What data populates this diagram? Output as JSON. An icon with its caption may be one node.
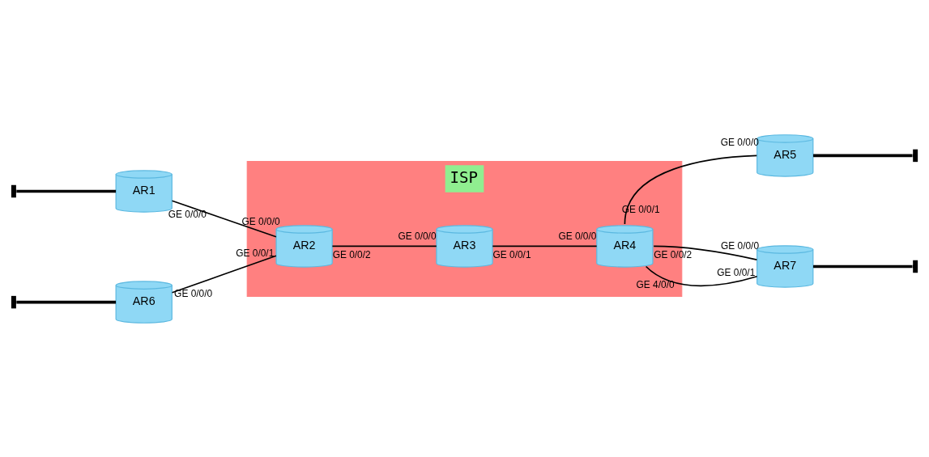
{
  "diagram": {
    "nodes": [
      {
        "text": [
          "ISP"
        ]
      },
      {
        "text": [
          "AR2"
        ],
        "in": 0
      },
      {
        "text": [
          "AR3"
        ],
        "in": 0
      },
      {
        "text": [
          "AR4"
        ],
        "in": 0
      },
      {
        "text": [
          "AR1"
        ]
      },
      {
        "text": [
          "AR5"
        ]
      },
      {
        "text": [
          "AR6"
        ]
      },
      {
        "text": [
          "AR7"
        ]
      }
    ],
    "edges": [
      {
        "from": 4,
        "to": 1,
        "arrow": "none"
      },
      {
        "from": 6,
        "to": 1,
        "arrow": "none"
      },
      {
        "from": 1,
        "to": 2,
        "arrow": "none"
      },
      {
        "from": 2,
        "to": 3,
        "arrow": "none"
      },
      {
        "from": 3,
        "to": 5,
        "arrow": "none"
      },
      {
        "from": 3,
        "to": 7,
        "arrow": "none"
      },
      {
        "from": 3,
        "to": 7,
        "arrow": "none"
      },
      {
        "from": null,
        "to": 4,
        "arrow": "other",
        "style": "thick"
      },
      {
        "from": null,
        "to": 5,
        "arrow": "other",
        "style": "thick"
      },
      {
        "from": null,
        "to": 6,
        "arrow": "other",
        "style": "thick"
      },
      {
        "from": null,
        "to": 7,
        "arrow": "other",
        "style": "thick"
      }
    ],
    "labels": [
      "GE 0/0/0",
      "GE 0/0/0",
      "GE 0/0/1",
      "GE 0/0/0",
      "GE 0/0/2",
      "GE 0/0/0",
      "GE 0/0/1",
      "GE 0/0/0",
      "GE 4/0/0",
      "GE 0/0/1",
      "GE 0/0/2",
      "GE 0/0/0",
      "GE 0/0/1",
      "GE 0/0/0"
    ]
  }
}
